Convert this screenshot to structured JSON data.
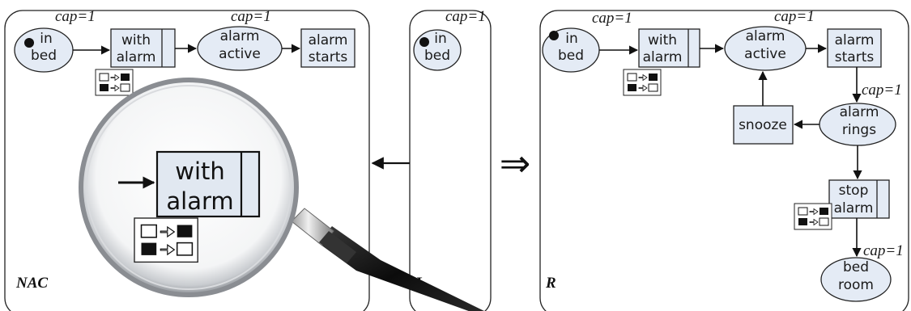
{
  "panels": {
    "nac": "NAC",
    "l": "L",
    "r": "R"
  },
  "cap": "cap=1",
  "nac": {
    "in_bed": [
      "in",
      "bed"
    ],
    "with_alarm": [
      "with",
      "alarm"
    ],
    "alarm_active": [
      "alarm",
      "active"
    ],
    "alarm_starts": [
      "alarm",
      "starts"
    ],
    "magnified": [
      "with",
      "alarm"
    ]
  },
  "l": {
    "in_bed": [
      "in",
      "bed"
    ]
  },
  "r": {
    "in_bed": [
      "in",
      "bed"
    ],
    "with_alarm": [
      "with",
      "alarm"
    ],
    "alarm_active": [
      "alarm",
      "active"
    ],
    "alarm_starts": [
      "alarm",
      "starts"
    ],
    "alarm_rings": [
      "alarm",
      "rings"
    ],
    "snooze": "snooze",
    "stop_alarm": [
      "stop",
      "alarm"
    ],
    "bed_room": [
      "bed",
      "room"
    ]
  },
  "symbols": {
    "double_arrow": "⇒",
    "toggle_icon": "toggle-switch-icon",
    "magnifier_icon": "magnifying-glass-icon"
  }
}
